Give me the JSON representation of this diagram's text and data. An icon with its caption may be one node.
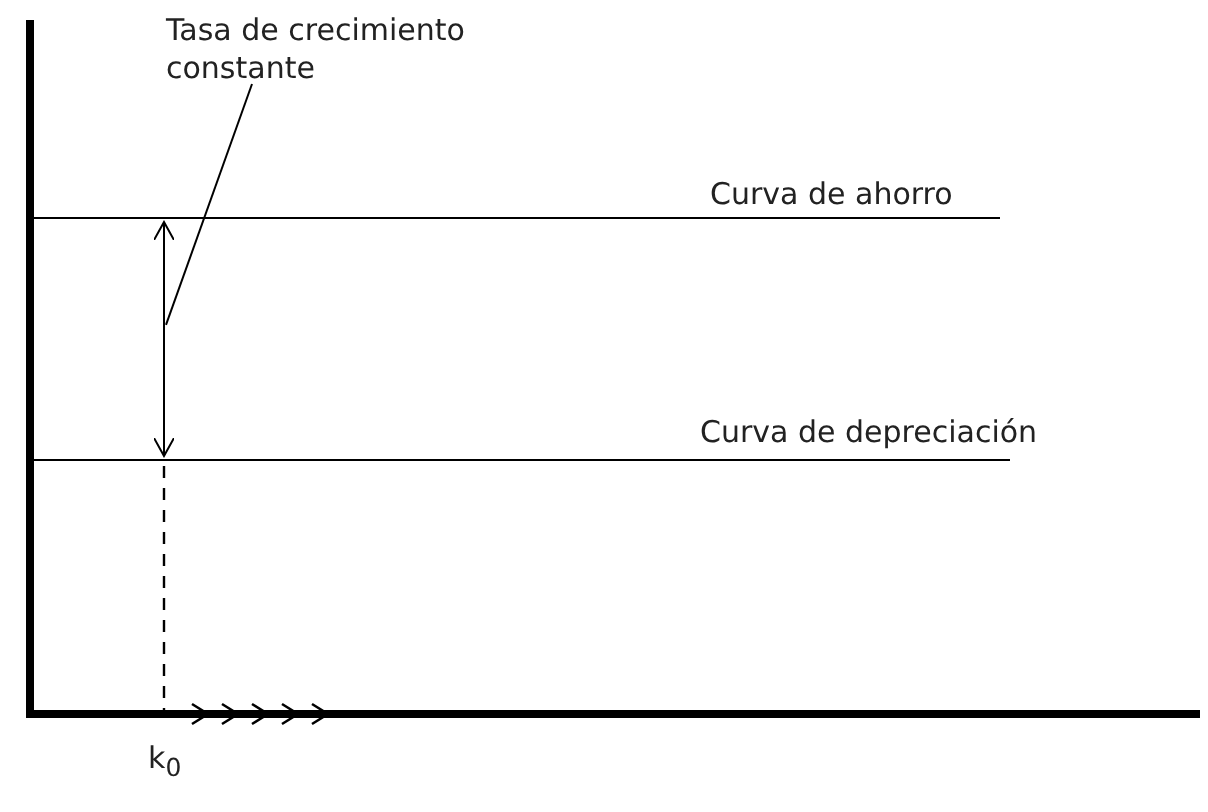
{
  "diagram": {
    "nodes": [
      {
        "text": [
          "Tasa de crecimiento constante"
        ]
      },
      {
        "text": [],
        "shape": "arrow"
      }
    ],
    "edges": [
      {
        "from": 0,
        "to": 1,
        "arrow": "none"
      }
    ],
    "labels": [
      "Curva de ahorro",
      "Curva de depreciación",
      "k$_{0}$"
    ]
  }
}
